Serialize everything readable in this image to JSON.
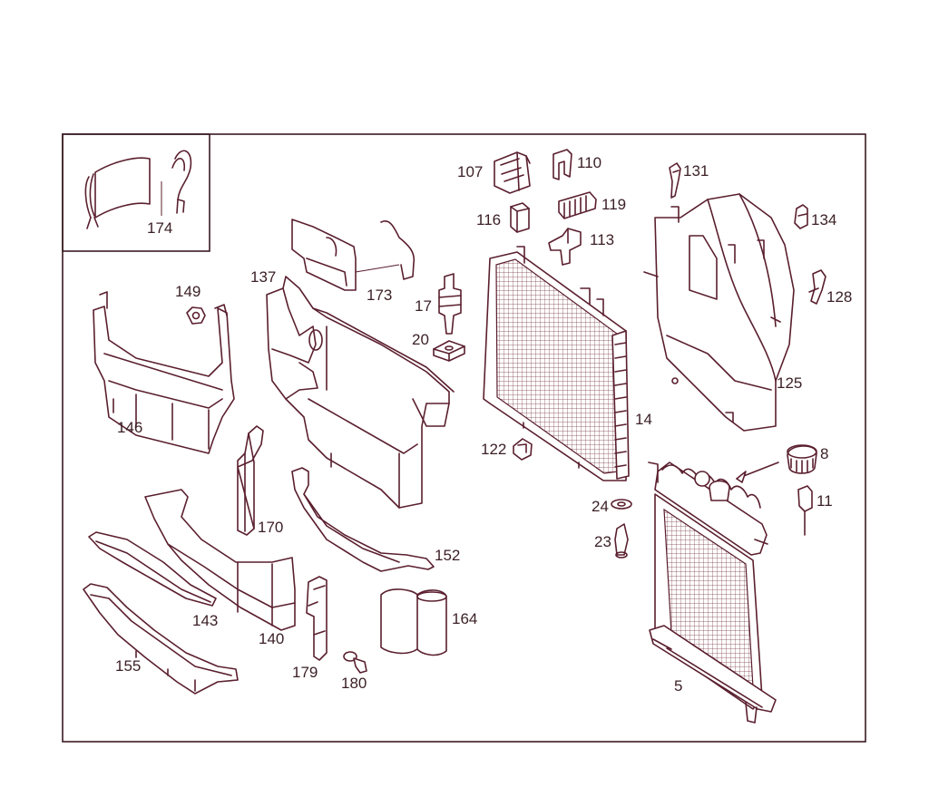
{
  "diagram": {
    "colors": {
      "line": "#5a1f2e",
      "frame": "#3a1a22",
      "text": "#3a1f25",
      "background": "#ffffff"
    },
    "labels": {
      "l174": "174",
      "l107": "107",
      "l110": "110",
      "l131": "131",
      "l116": "116",
      "l119": "119",
      "l134": "134",
      "l113": "113",
      "l137": "137",
      "l173": "173",
      "l149": "149",
      "l17": "17",
      "l128": "128",
      "l20": "20",
      "l125": "125",
      "l146": "146",
      "l14": "14",
      "l8": "8",
      "l122": "122",
      "l11": "11",
      "l24": "24",
      "l170": "170",
      "l152": "152",
      "l23": "23",
      "l164": "164",
      "l143": "143",
      "l140": "140",
      "l155": "155",
      "l179": "179",
      "l180": "180",
      "l5": "5"
    }
  }
}
